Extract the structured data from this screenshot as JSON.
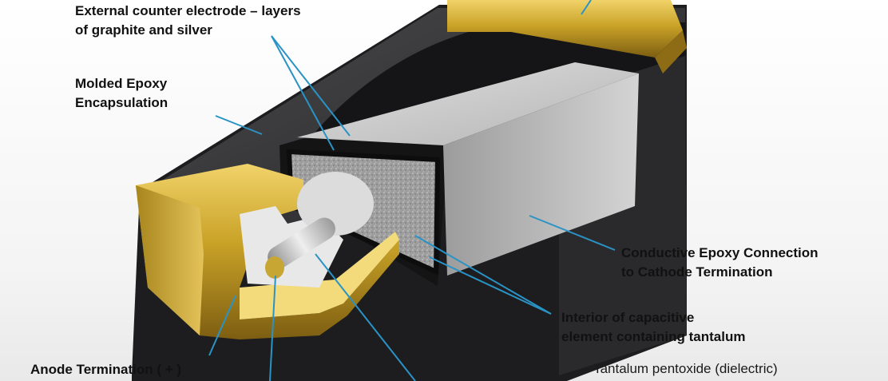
{
  "labels": {
    "external_counter_electrode": [
      "External counter electrode – layers",
      "of graphite and silver"
    ],
    "molded_epoxy": [
      "Molded Epoxy",
      "Encapsulation"
    ],
    "conductive_epoxy": [
      "Conductive Epoxy Connection",
      "to Cathode Termination"
    ],
    "interior_element": [
      "Interior of capacitive",
      "element containing tantalum"
    ],
    "tantalum_pentoxide_note": "- Tantalum pentoxide (dielectric)",
    "anode_termination": "Anode Termination ( + )"
  },
  "colors": {
    "leader_line": "#2a93c6",
    "gold_termination": "#c9a227",
    "epoxy_body": "#2f2f31",
    "element_gray": "#b9b9b9"
  }
}
